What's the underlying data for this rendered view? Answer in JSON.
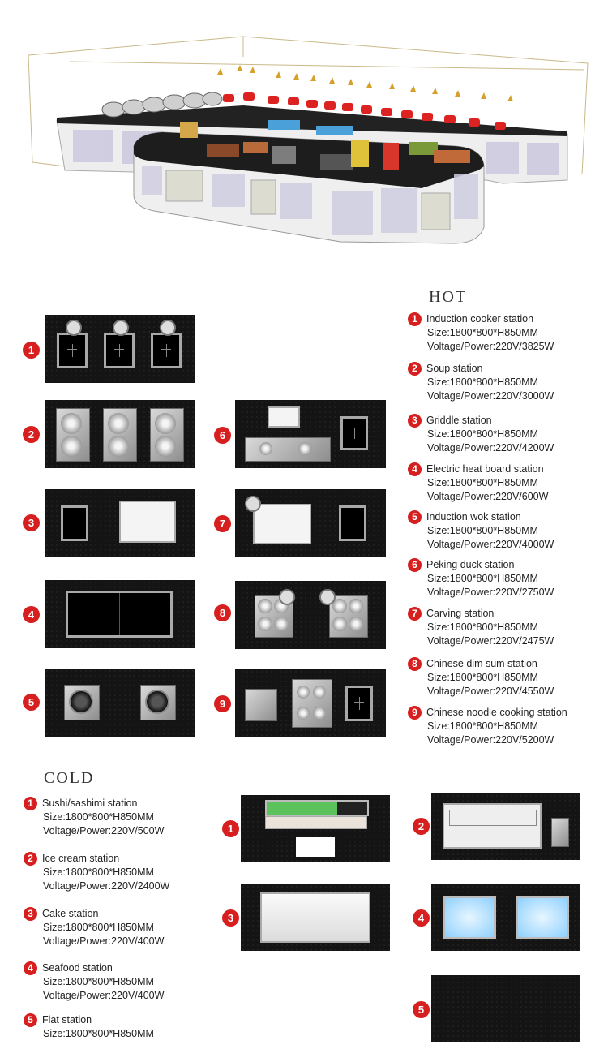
{
  "hot": {
    "heading": "HOT",
    "items": [
      {
        "n": "1",
        "name": "Induction cooker station",
        "size": "Size:1800*800*H850MM",
        "power": "Voltage/Power:220V/3825W"
      },
      {
        "n": "2",
        "name": "Soup station",
        "size": "Size:1800*800*H850MM",
        "power": "Voltage/Power:220V/3000W"
      },
      {
        "n": "3",
        "name": "Griddle station",
        "size": "Size:1800*800*H850MM",
        "power": "Voltage/Power:220V/4200W"
      },
      {
        "n": "4",
        "name": "Electric heat board station",
        "size": "Size:1800*800*H850MM",
        "power": "Voltage/Power:220V/600W"
      },
      {
        "n": "5",
        "name": "Induction wok station",
        "size": "Size:1800*800*H850MM",
        "power": "Voltage/Power:220V/4000W"
      },
      {
        "n": "6",
        "name": "Peking duck station",
        "size": "Size:1800*800*H850MM",
        "power": "Voltage/Power:220V/2750W"
      },
      {
        "n": "7",
        "name": "Carving station",
        "size": "Size:1800*800*H850MM",
        "power": "Voltage/Power:220V/2475W"
      },
      {
        "n": "8",
        "name": "Chinese dim sum station",
        "size": "Size:1800*800*H850MM",
        "power": "Voltage/Power:220V/4550W"
      },
      {
        "n": "9",
        "name": "Chinese noodle cooking station",
        "size": "Size:1800*800*H850MM",
        "power": "Voltage/Power:220V/5200W"
      }
    ]
  },
  "cold": {
    "heading": "COLD",
    "items": [
      {
        "n": "1",
        "name": "Sushi/sashimi station",
        "size": "Size:1800*800*H850MM",
        "power": "Voltage/Power:220V/500W"
      },
      {
        "n": "2",
        "name": "Ice cream station",
        "size": "Size:1800*800*H850MM",
        "power": "Voltage/Power:220V/2400W"
      },
      {
        "n": "3",
        "name": "Cake station",
        "size": "Size:1800*800*H850MM",
        "power": "Voltage/Power:220V/400W"
      },
      {
        "n": "4",
        "name": "Seafood station",
        "size": "Size:1800*800*H850MM",
        "power": "Voltage/Power:220V/400W"
      },
      {
        "n": "5",
        "name": "Flat station",
        "size": "Size:1800*800*H850MM"
      }
    ]
  },
  "tiles": {
    "hot": [
      "1",
      "2",
      "3",
      "4",
      "5",
      "6",
      "7",
      "8",
      "9"
    ],
    "cold": [
      "1",
      "2",
      "3",
      "4",
      "5"
    ]
  },
  "colors": {
    "badge": "#d71f1f",
    "counter": "#141414"
  }
}
